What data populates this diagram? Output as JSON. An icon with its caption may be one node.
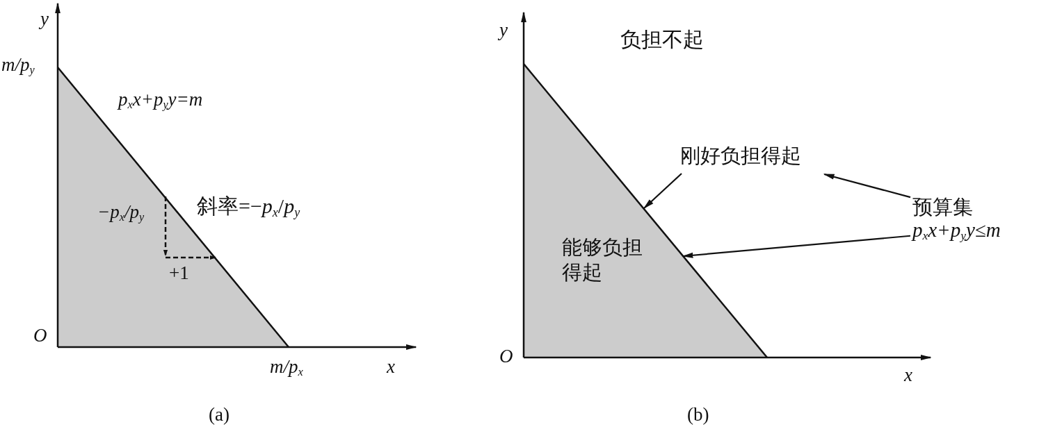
{
  "diagram": {
    "nodes": [
      {
        "text": [
          "刚好负担得起"
        ]
      },
      {
        "text": [
          "预算集"
        ]
      },
      {
        "text": [
          "p$_{x}$x+p$_{y}$y≤m"
        ]
      },
      {
        "text": [],
        "shape": "line"
      }
    ],
    "edges": [
      {
        "from": 0,
        "to": 3,
        "arrow": "to"
      },
      {
        "from": 1,
        "to": 0,
        "arrow": "to"
      },
      {
        "from": 2,
        "to": 3,
        "arrow": "to"
      }
    ],
    "labels": [
      "y",
      "m/p$_{y}$",
      "p$_{x}$x+p$_{y}$y=m",
      "斜率=−p$_{x}$/p$_{y}$",
      "−p$_{x}$/p$_{y}$",
      "+1",
      "O",
      "m/p$_{x}$",
      "x",
      "(a)",
      "y",
      "负担不起",
      "能够负担得起",
      "O",
      "x",
      "(b)"
    ]
  }
}
